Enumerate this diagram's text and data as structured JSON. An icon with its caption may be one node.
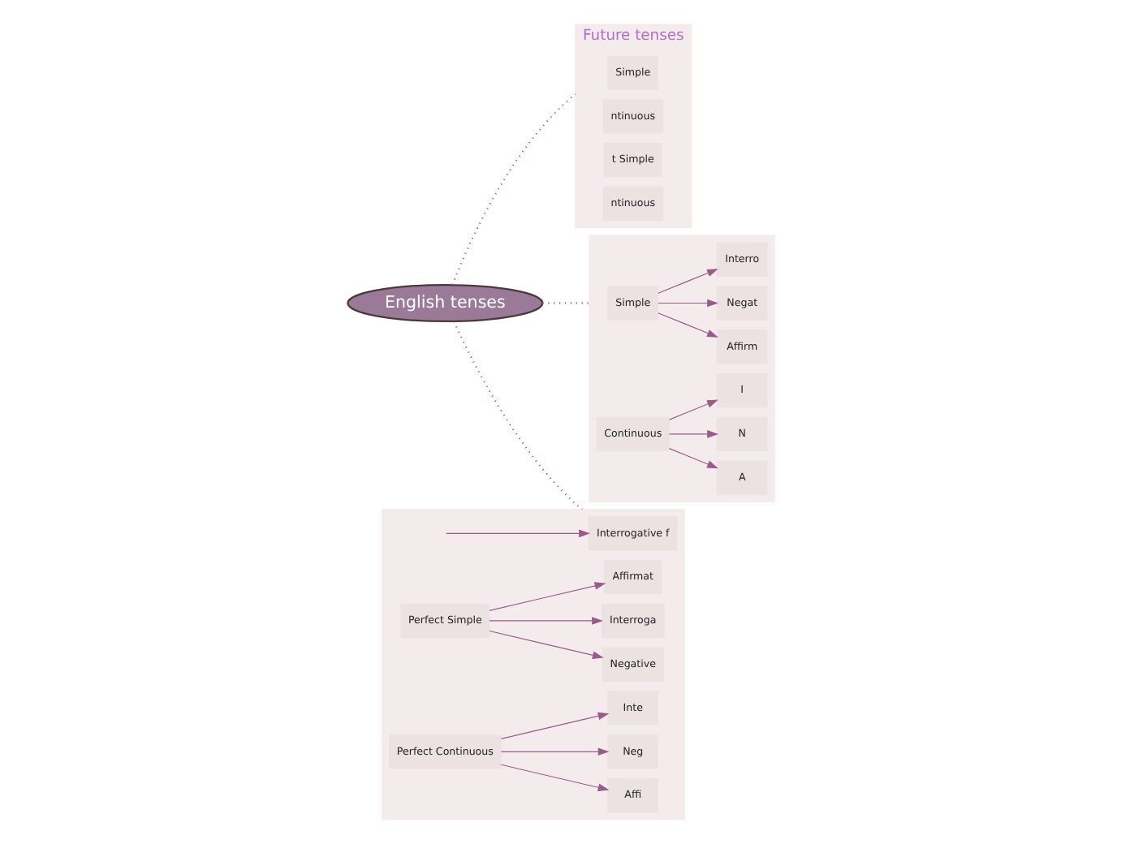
{
  "diagram": {
    "nodes": [
      {
        "text": [
          "English tenses"
        ]
      },
      {
        "text": [
          "Future tenses"
        ]
      },
      {
        "text": [
          "Simple"
        ],
        "in": 1
      },
      {
        "text": [
          "ntinuous"
        ],
        "in": 1
      },
      {
        "text": [
          "t Simple"
        ],
        "in": 1
      },
      {
        "text": [
          "ntinuous"
        ],
        "in": 1
      },
      {
        "text": [],
        "shape": "box"
      },
      {
        "text": [
          "Interrogative f"
        ],
        "in": 6
      },
      {
        "text": [
          "Perfect Simple"
        ],
        "in": 6
      },
      {
        "text": [
          "Affirmat"
        ],
        "in": 6
      },
      {
        "text": [
          "Negative"
        ],
        "in": 6
      },
      {
        "text": [
          "Interroga"
        ],
        "in": 6
      },
      {
        "text": [
          "Perfect Continuous"
        ],
        "in": 6
      },
      {
        "text": [
          "Affi"
        ],
        "in": 6
      },
      {
        "text": [
          "Neg"
        ],
        "in": 6
      },
      {
        "text": [
          "Inte"
        ],
        "in": 6
      },
      {
        "text": [],
        "shape": "box"
      },
      {
        "text": [
          "Simple"
        ],
        "in": 16
      },
      {
        "text": [
          "Affirm"
        ],
        "in": 16
      },
      {
        "text": [
          "Negat"
        ],
        "in": 16
      },
      {
        "text": [
          "Interro"
        ],
        "in": 16
      },
      {
        "text": [
          "Continuous"
        ],
        "in": 16
      },
      {
        "text": [
          "A"
        ],
        "in": 16
      },
      {
        "text": [
          "N"
        ],
        "in": 16
      },
      {
        "text": [
          "I"
        ],
        "in": 16
      }
    ],
    "edges": [
      {
        "from": 0,
        "to": 1,
        "arrow": "none",
        "style": "dashed"
      },
      {
        "from": 0,
        "to": 6,
        "arrow": "none",
        "style": "dashed"
      },
      {
        "from": 0,
        "to": 16,
        "arrow": "none",
        "style": "dashed"
      },
      {
        "from": null,
        "to": 7,
        "arrow": "to"
      },
      {
        "from": 8,
        "to": 9,
        "arrow": "to"
      },
      {
        "from": 8,
        "to": 10,
        "arrow": "to"
      },
      {
        "from": 8,
        "to": 11,
        "arrow": "to"
      },
      {
        "from": 12,
        "to": 13,
        "arrow": "to"
      },
      {
        "from": 12,
        "to": 14,
        "arrow": "to"
      },
      {
        "from": 12,
        "to": 15,
        "arrow": "to"
      },
      {
        "from": 17,
        "to": 18,
        "arrow": "to"
      },
      {
        "from": 17,
        "to": 19,
        "arrow": "to"
      },
      {
        "from": 17,
        "to": 20,
        "arrow": "to"
      },
      {
        "from": 21,
        "to": 22,
        "arrow": "to"
      },
      {
        "from": 21,
        "to": 23,
        "arrow": "to"
      },
      {
        "from": 21,
        "to": 24,
        "arrow": "to"
      }
    ]
  }
}
